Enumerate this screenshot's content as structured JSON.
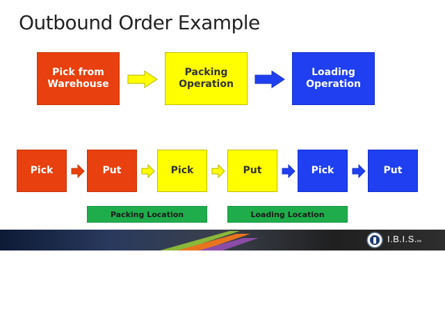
{
  "title": "Outbound Order Example",
  "top_row": {
    "boxes": [
      {
        "label": "Pick from\nWarehouse",
        "color": "#e8400e"
      },
      {
        "label": "Packing\nOperation",
        "color": "#ffff00"
      },
      {
        "label": "Loading\nOperation",
        "color": "#1f3ff0"
      }
    ],
    "arrow_colors": [
      "#ffff00",
      "#1f3ff0"
    ]
  },
  "bottom_row": {
    "boxes": [
      {
        "label": "Pick",
        "color": "#e8400e"
      },
      {
        "label": "Put",
        "color": "#e8400e"
      },
      {
        "label": "Pick",
        "color": "#ffff00"
      },
      {
        "label": "Put",
        "color": "#ffff00"
      },
      {
        "label": "Pick",
        "color": "#1f3ff0"
      },
      {
        "label": "Put",
        "color": "#1f3ff0"
      }
    ],
    "arrow_colors": [
      "#e8400e",
      "#ffff00",
      "#ffff00",
      "#1f3ff0",
      "#1f3ff0"
    ]
  },
  "locations": [
    {
      "label": "Packing Location",
      "color": "#1fad4c"
    },
    {
      "label": "Loading Location",
      "color": "#1fad4c"
    }
  ],
  "logo": {
    "text": "I.B.I.S.",
    "suffix": "inc",
    "icon": "ibis-logo-icon"
  }
}
